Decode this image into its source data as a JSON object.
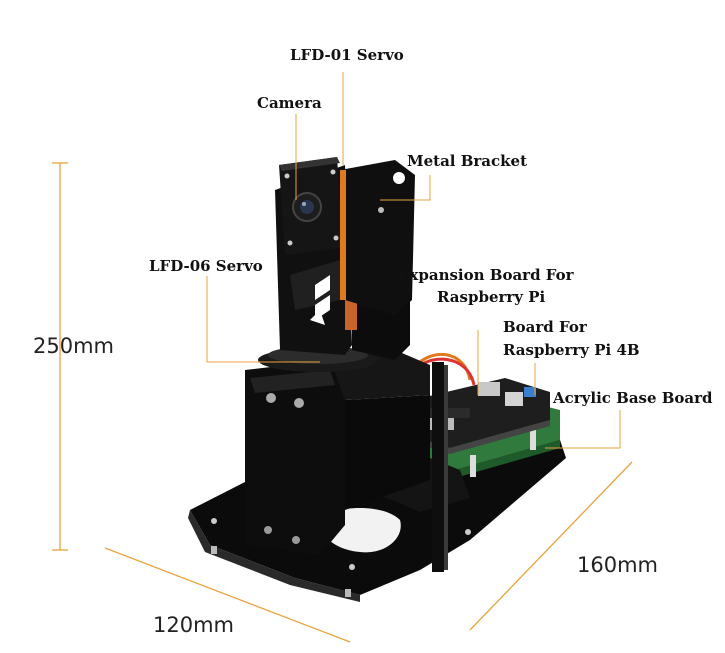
{
  "labels": {
    "lfd01_servo": "LFD-01 Servo",
    "camera": "Camera",
    "metal_bracket": "Metal Bracket",
    "lfd06_servo": "LFD-06 Servo",
    "expansion_board_line1": "Expansion Board For",
    "expansion_board_line2": "Raspberry Pi",
    "pi_board_line1": "Board For",
    "pi_board_line2": "Raspberry Pi 4B",
    "acrylic_base": "Acrylic Base Board"
  },
  "dimensions": {
    "height": "250mm",
    "width": "120mm",
    "depth": "160mm"
  },
  "colors": {
    "leader_line": "#e8a33c",
    "acrylic": "#0b0b0b",
    "pcb_green": "#2f7a3c",
    "servo_cable": "#e07a1e"
  }
}
